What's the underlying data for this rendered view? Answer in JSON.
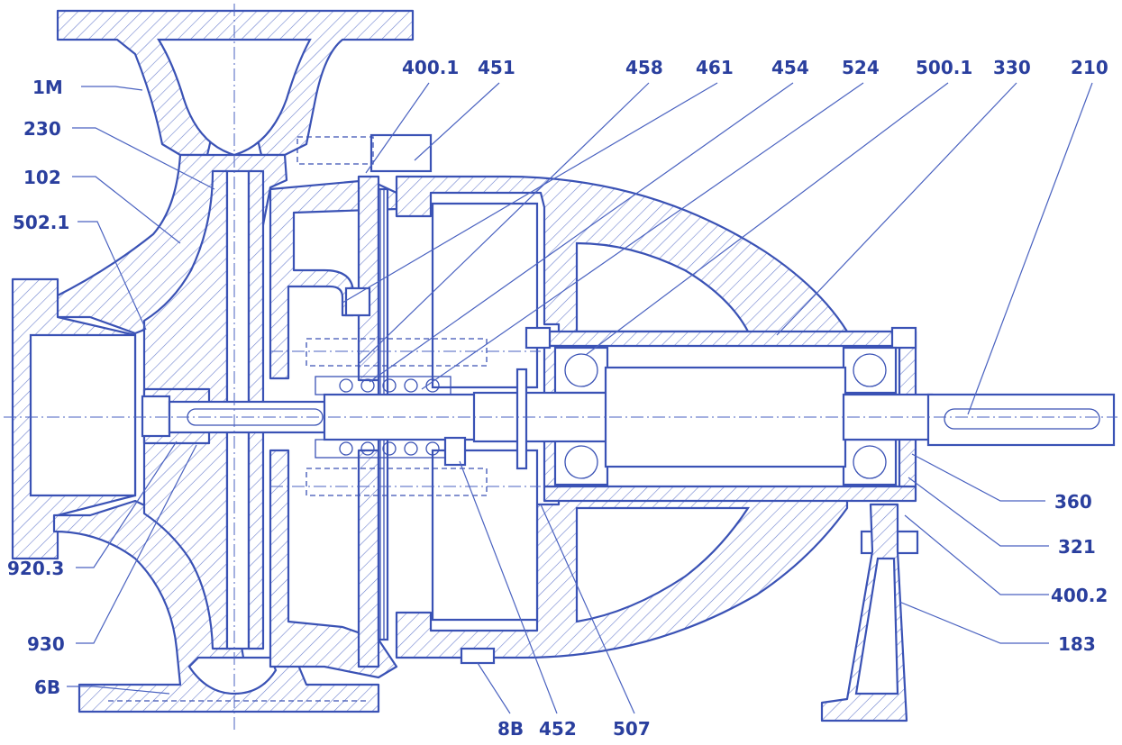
{
  "colors": {
    "ink": "#2a3f9e",
    "background": "#ffffff"
  },
  "labels": {
    "l_1m": "1M",
    "l_230": "230",
    "l_102": "102",
    "l_5021": "502.1",
    "l_9203": "920.3",
    "l_930": "930",
    "l_6b": "6B",
    "l_4001": "400.1",
    "l_451": "451",
    "l_458": "458",
    "l_461": "461",
    "l_454": "454",
    "l_524": "524",
    "l_5001": "500.1",
    "l_330": "330",
    "l_210": "210",
    "l_360": "360",
    "l_321": "321",
    "l_4002": "400.2",
    "l_183": "183",
    "l_8b": "8B",
    "l_452": "452",
    "l_507": "507"
  }
}
